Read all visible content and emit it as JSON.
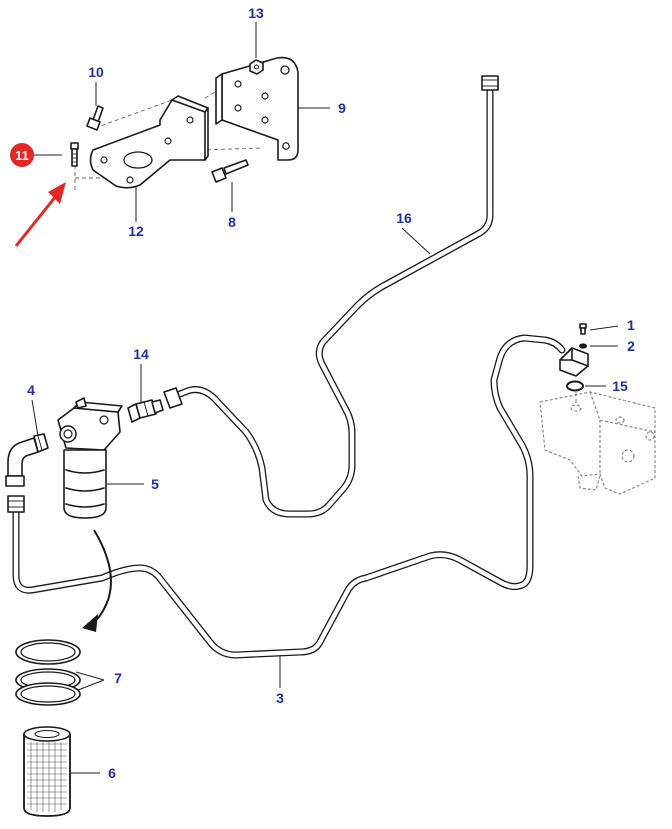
{
  "callouts": {
    "c1": "1",
    "c2": "2",
    "c3": "3",
    "c4": "4",
    "c5": "5",
    "c6": "6",
    "c7": "7",
    "c8": "8",
    "c9": "9",
    "c10": "10",
    "c11": "11",
    "c12": "12",
    "c13": "13",
    "c14": "14",
    "c15": "15",
    "c16": "16"
  },
  "colors": {
    "callout_text": "#1f2fa8",
    "highlight_badge": "#e32626",
    "highlight_arrow": "#e32626",
    "line": "#1a1a1a"
  },
  "highlighted_part": "11"
}
